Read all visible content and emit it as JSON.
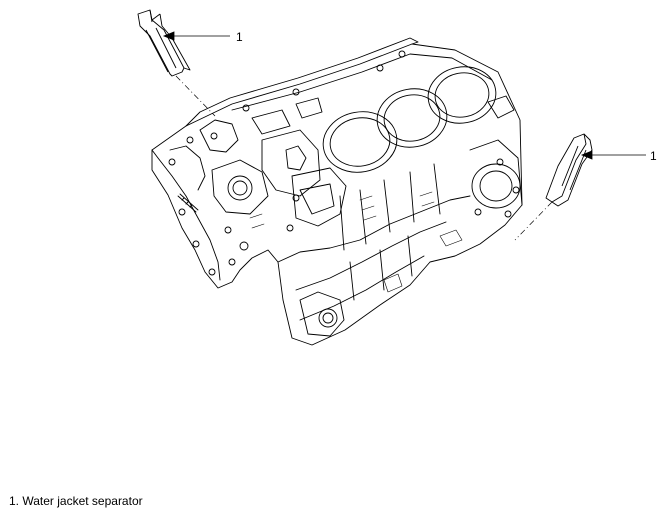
{
  "callouts": [
    {
      "number": "1"
    },
    {
      "number": "1"
    }
  ],
  "legend": {
    "item_1": "1. Water jacket separator"
  },
  "colors": {
    "line": "#000000",
    "background": "#ffffff"
  }
}
